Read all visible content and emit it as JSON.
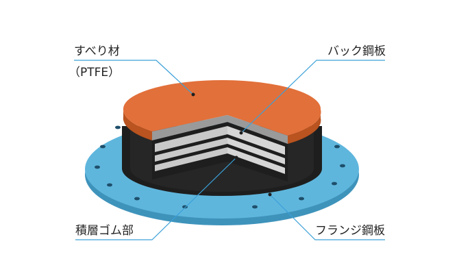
{
  "labels": {
    "sliding_material": "すべり材",
    "sliding_material_sub": "（PTFE）",
    "back_steel_plate": "バック鋼板",
    "laminated_rubber": "積層ゴム部",
    "flange_steel_plate": "フランジ鋼板"
  },
  "colors": {
    "flange": "#5fb6dd",
    "flange_side": "#3e93bb",
    "ptfe_top": "#e2703a",
    "ptfe_side": "#b9531f",
    "rubber": "#1e1e1e",
    "steel_layer": "#c9c9c9",
    "leader_line": "#3aa0d8"
  }
}
